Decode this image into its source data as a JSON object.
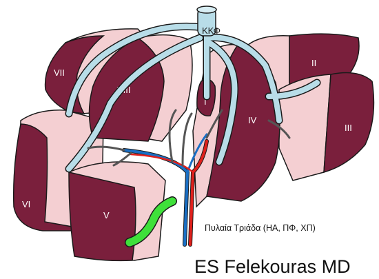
{
  "labels": {
    "ivc": "ΚΚΦ",
    "portal_triad": "Πυλαία Τριάδα (ΗΑ, ΠΦ, ΧΠ)",
    "credit": "ES Felekouras MD"
  },
  "segments": {
    "s1": "I",
    "s2": "II",
    "s3": "III",
    "s4": "IV",
    "s5": "V",
    "s6": "VI",
    "s7": "VII",
    "s8": "VIII"
  },
  "colors": {
    "parenchyma": "#7a1f3c",
    "cut_surface": "#f4cfd2",
    "hepatic_veins": "#b8dde8",
    "hepatic_artery": "#e0201c",
    "portal_vein": "#1a6fc4",
    "bile_duct": "#3fe03a",
    "outline": "#1a1a1a"
  }
}
